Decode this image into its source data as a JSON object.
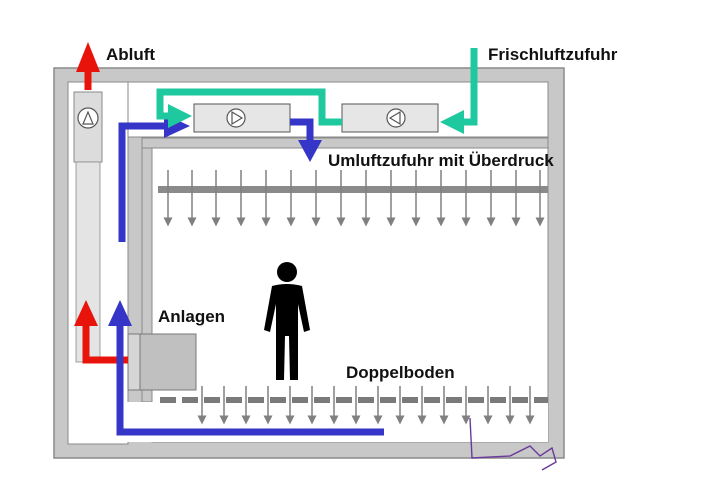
{
  "labels": {
    "exhaust": "Abluft",
    "fresh_air": "Frischluftzufuhr",
    "recirc": "Umluftzufuhr mit Überdruck",
    "equipment": "Anlagen",
    "raised_floor": "Doppelboden"
  },
  "icons": [
    "fan-icon",
    "person-icon",
    "signature-scribble"
  ],
  "colors": {
    "exhaust": "#e8140c",
    "recirc": "#3535c8",
    "fresh": "#1fc9a0",
    "wall": "#c8c8c8",
    "wall_edge": "#8a8a8a",
    "duct": "#dcdcdc",
    "diffuser": "#808080",
    "person": "#000000",
    "signature": "#6a3a9a"
  }
}
